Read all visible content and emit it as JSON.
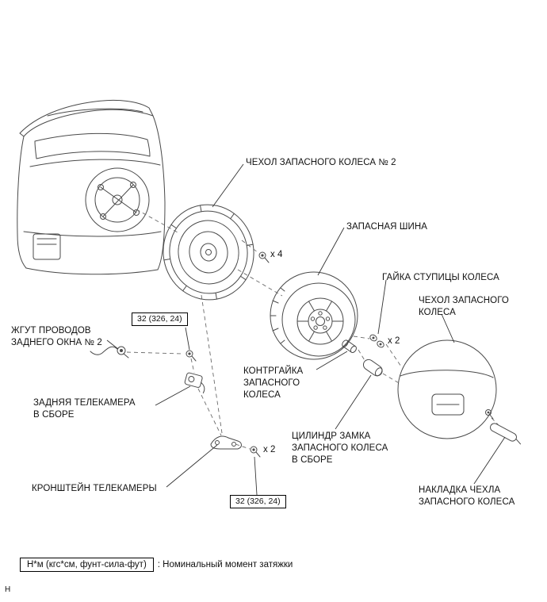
{
  "colors": {
    "ink": "#4a4a4a",
    "text": "#111111"
  },
  "figure": {
    "callouts": {
      "spare_wheel_cover_no2": "ЧЕХОЛ ЗАПАСНОГО КОЛЕСА № 2",
      "spare_tire": "ЗАПАСНАЯ ШИНА",
      "wheel_hub_nut": "ГАЙКА СТУПИЦЫ КОЛЕСА",
      "spare_wheel_cover": "ЧЕХОЛ ЗАПАСНОГО\nКОЛЕСА",
      "rear_window_wire_harness_no2": "ЖГУТ ПРОВОДОВ\nЗАДНЕГО ОКНА № 2",
      "rear_camera_assembly": "ЗАДНЯЯ ТЕЛЕКАМЕРА\nВ СБОРЕ",
      "spare_wheel_lock_nut": "КОНТРГАЙКА\nЗАПАСНОГО\nКОЛЕСА",
      "spare_wheel_lock_cylinder_assembly": "ЦИЛИНДР ЗАМКА\nЗАПАСНОГО КОЛЕСА\nВ СБОРЕ",
      "camera_bracket": "КРОНШТЕЙН ТЕЛЕКАМЕРЫ",
      "spare_wheel_cover_plate": "НАКЛАДКА ЧЕХЛА\nЗАПАСНОГО КОЛЕСА"
    },
    "quantities": {
      "cover_bolts": "x 4",
      "hub_nuts": "x 2",
      "bracket_bolts": "x 2"
    },
    "torque_specs": [
      "32 (326, 24)",
      "32 (326, 24)"
    ],
    "legend": {
      "unit_box": "Н*м (кгс*см, фунт-сила-фут)",
      "description": ": Номинальный момент затяжки"
    },
    "footer_mark": "Н"
  }
}
